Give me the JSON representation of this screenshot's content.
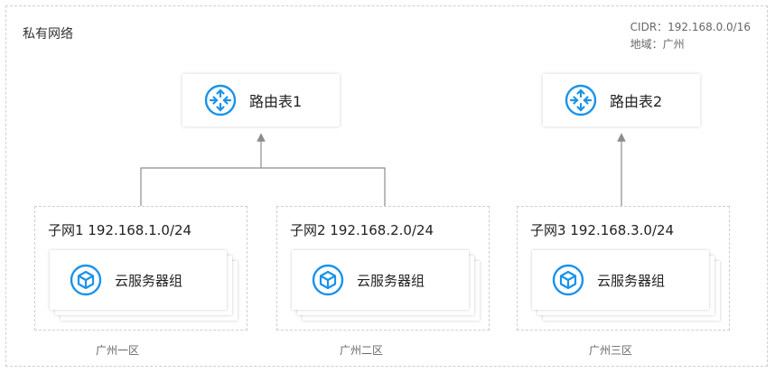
{
  "vpc": {
    "name": "私有网络",
    "cidr": "CIDR：192.168.0.0/16",
    "region": "地域：广州"
  },
  "route_tables": [
    {
      "label": "路由表1",
      "icon": "router-icon"
    },
    {
      "label": "路由表2",
      "icon": "router-icon"
    }
  ],
  "subnets": [
    {
      "title": "子网1 192.168.1.0/24",
      "group": "云服务器组",
      "zone": "广州一区"
    },
    {
      "title": "子网2 192.168.2.0/24",
      "group": "云服务器组",
      "zone": "广州二区"
    },
    {
      "title": "子网3 192.168.3.0/24",
      "group": "云服务器组",
      "zone": "广州三区"
    }
  ],
  "colors": {
    "icon_blue": "#1a93e8",
    "border": "#cfcfcf",
    "connector": "#8c8c8c"
  }
}
